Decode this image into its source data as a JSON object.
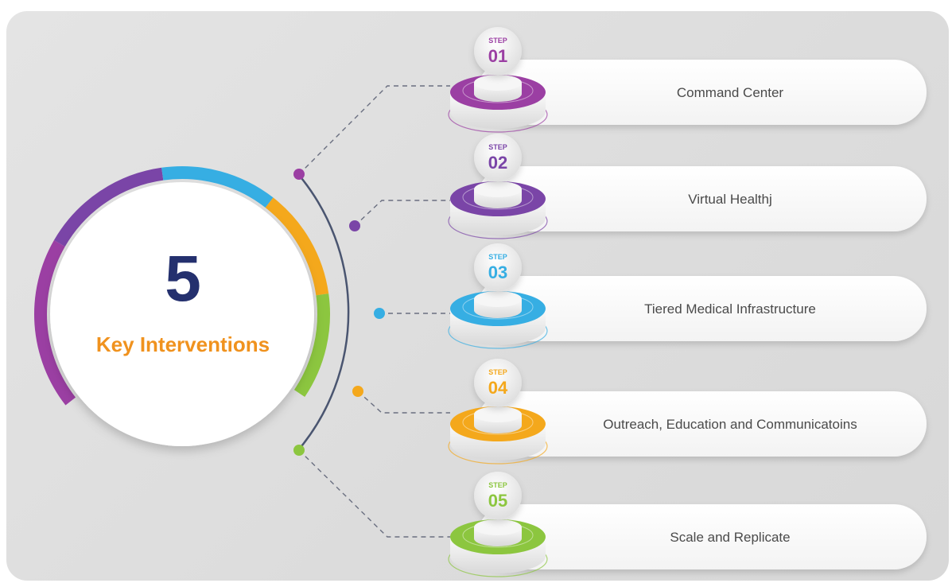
{
  "center": {
    "number": "5",
    "label": "Key Interventions"
  },
  "steps": [
    {
      "word": "STEP",
      "number": "01",
      "label": "Command Center",
      "color": "#9b3fa3"
    },
    {
      "word": "STEP",
      "number": "02",
      "label": "Virtual Healthj",
      "color": "#7a45a7"
    },
    {
      "word": "STEP",
      "number": "03",
      "label": "Tiered Medical Infrastructure",
      "color": "#36aee3"
    },
    {
      "word": "STEP",
      "number": "04",
      "label": "Outreach, Education and Communicatoins",
      "color": "#f4a81c"
    },
    {
      "word": "STEP",
      "number": "05",
      "label": "Scale and Replicate",
      "color": "#8cc63f"
    }
  ],
  "ring_colors": [
    "#9b3fa3",
    "#7a45a7",
    "#36aee3",
    "#f4a81c",
    "#8cc63f"
  ],
  "text_colors": {
    "number": "#24306e",
    "label": "#f0921e"
  }
}
